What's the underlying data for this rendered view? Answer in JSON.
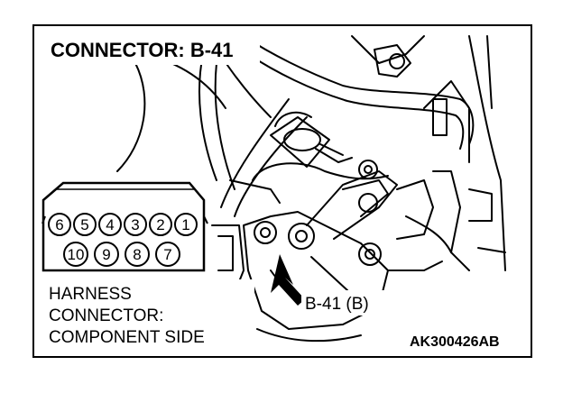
{
  "figure": {
    "title": "CONNECTOR: B-41",
    "harness_label": [
      "HARNESS",
      "CONNECTOR:",
      "COMPONENT SIDE"
    ],
    "callout": "B-41 (B)",
    "figure_code": "AK300426AB"
  },
  "connector": {
    "top_row_pins": [
      "6",
      "5",
      "4",
      "3",
      "2",
      "1"
    ],
    "bottom_row_pins": [
      "10",
      "9",
      "8",
      "7"
    ]
  },
  "colors": {
    "line": "#000000",
    "background": "#ffffff"
  }
}
